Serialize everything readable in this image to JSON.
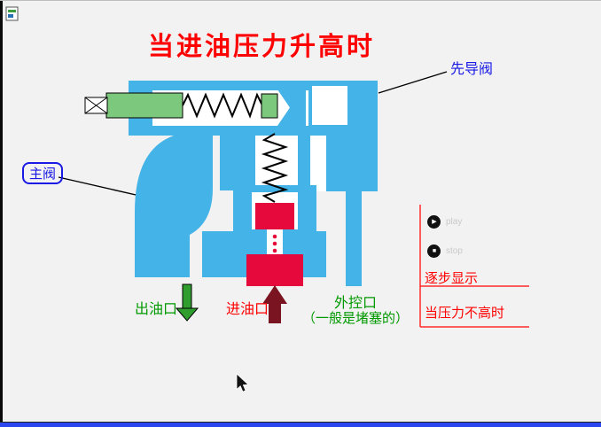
{
  "title": {
    "text": "当进油压力升高时",
    "color": "#ff0000"
  },
  "diagram": {
    "labels": {
      "pilot_valve": "先导阀",
      "main_valve": "主阀",
      "outlet_port": "出油口",
      "inlet_port": "进油口",
      "external_port": "外控口",
      "external_port_note": "（一般是堵塞的）"
    },
    "colors": {
      "body": "#44b3e8",
      "piston": "#7cc87c",
      "oil": "#e60a3c",
      "inlet_arrow": "#7a1420",
      "outlet_arrow": "#2f9e2f",
      "label_blue": "#1a1ae6",
      "label_green": "#009900",
      "label_red": "#ff0000"
    }
  },
  "controls": {
    "play": {
      "label": "play",
      "icon": "▶"
    },
    "stop": {
      "label": "stop",
      "icon": "■"
    }
  },
  "annotations": {
    "step_display": "逐步显示",
    "when_pressure_low": "当压力不高时"
  },
  "app": {
    "background": "#f2f2f2",
    "bottom_bar_color": "#2b46ee"
  }
}
